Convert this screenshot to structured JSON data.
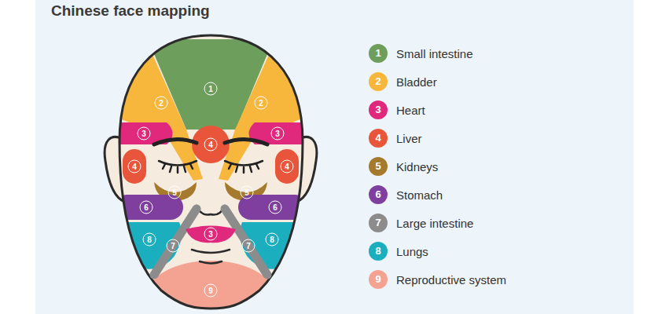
{
  "diagram": {
    "title": "Chinese face mapping",
    "labels": [
      "1",
      "2",
      "2",
      "3",
      "3",
      "4",
      "4",
      "4",
      "5",
      "5",
      "6",
      "6",
      "8",
      "3",
      "8",
      "7",
      "7",
      "9",
      "1",
      "2",
      "3",
      "4",
      "5",
      "6",
      "7",
      "8",
      "9"
    ],
    "legend": [
      {
        "text": "Small intestine",
        "color": "#6e9e5c"
      },
      {
        "text": "Bladder",
        "color": "#f6b73c"
      },
      {
        "text": "Heart",
        "color": "#e0287d"
      },
      {
        "text": "Liver",
        "color": "#e9553b"
      },
      {
        "text": "Kidneys",
        "color": "#a57a2d"
      },
      {
        "text": "Stomach",
        "color": "#7e3f9f"
      },
      {
        "text": "Large intestine",
        "color": "#8c8c8c"
      },
      {
        "text": "Lungs",
        "color": "#1aaebf"
      },
      {
        "text": "Reproductive system",
        "color": "#f4a393"
      }
    ]
  }
}
